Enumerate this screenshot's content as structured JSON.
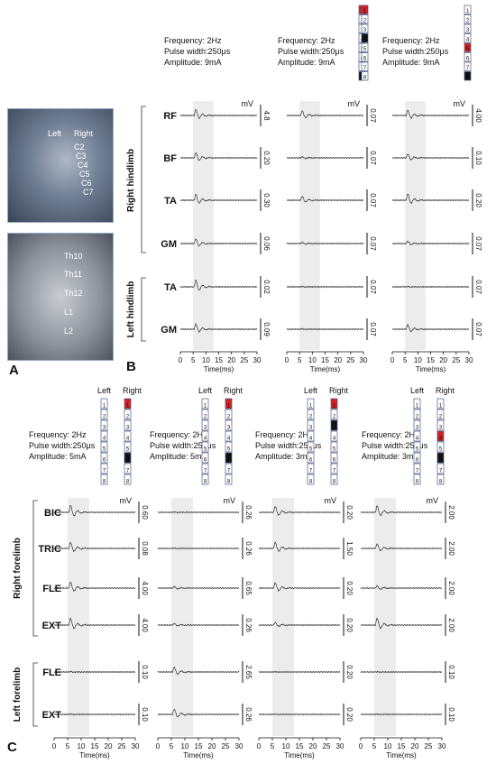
{
  "panels": {
    "a": "A",
    "b": "B",
    "c": "C"
  },
  "xray": {
    "left": "Left",
    "right": "Right",
    "cervical": [
      "C2",
      "C3",
      "C4",
      "C5",
      "C6",
      "C7"
    ],
    "thoracolumbar": [
      "Th10",
      "Th11",
      "Th12",
      "L1",
      "L2"
    ]
  },
  "electrode": {
    "labels": [
      "1",
      "2",
      "3",
      "4",
      "5",
      "6",
      "7",
      "8"
    ],
    "left": "Left",
    "right": "Right",
    "active_color": "#d42020"
  },
  "units": {
    "mv": "mV",
    "time_axis": "Time(ms)",
    "ticks": [
      "0",
      "5",
      "10",
      "15",
      "20",
      "25",
      "30"
    ]
  },
  "stim_b": [
    {
      "frequency": "Frequency: 2Hz",
      "pulse": "Pulse width:250μs",
      "amplitude": "Amplitude: 9mA"
    },
    {
      "frequency": "Frequency: 2Hz",
      "pulse": "Pulse width:250μs",
      "amplitude": "Amplitude: 9mA"
    },
    {
      "frequency": "Frequency: 2Hz",
      "pulse": "Pulse width:250μs",
      "amplitude": "Amplitude: 9mA"
    }
  ],
  "stim_c": [
    {
      "frequency": "Frequency: 2Hz",
      "pulse": "Pulse width:250μs",
      "amplitude": "Amplitude: 5mA"
    },
    {
      "frequency": "Frequency: 2Hz",
      "pulse": "Pulse width:250μs",
      "amplitude": "Amplitude: 5mA"
    },
    {
      "frequency": "Frequency: 2Hz",
      "pulse": "Pulse width:250μs",
      "amplitude": "Amplitude: 3mA"
    },
    {
      "frequency": "Frequency: 2Hz",
      "pulse": "Pulse width:250μs",
      "amplitude": "Amplitude: 3mA"
    }
  ],
  "electrodes_b": [
    {
      "red": [
        1
      ],
      "black": [
        8
      ]
    },
    {
      "red": [
        1
      ],
      "black": [
        4
      ]
    },
    {
      "red": [
        5
      ],
      "black": [
        8
      ]
    }
  ],
  "electrodes_c": [
    {
      "red": [
        1
      ],
      "black": [
        6
      ]
    },
    {
      "red": [
        1
      ],
      "black": [
        6
      ]
    },
    {
      "red": [
        1
      ],
      "black": [
        3
      ]
    },
    {
      "red": [
        4
      ],
      "black": [
        6
      ]
    }
  ],
  "groups_b": {
    "right": "Right hindlimb",
    "left": "Left hindlimb"
  },
  "groups_c": {
    "right": "Right forelimb",
    "left": "Left forelimb"
  },
  "muscles_b": [
    "RF",
    "BF",
    "TA",
    "GM",
    "TA",
    "GM"
  ],
  "muscles_c": [
    "BIC",
    "TRIC",
    "FLE",
    "EXT",
    "FLE",
    "EXT"
  ],
  "scales_b": [
    [
      "4.8",
      "0.20",
      "0.30",
      "0.06",
      "0.02",
      "0.09"
    ],
    [
      "0.07",
      "0.07",
      "0.07",
      "0.07",
      "0.07",
      "0.07"
    ],
    [
      "4.00",
      "0.10",
      "0.20",
      "0.07",
      "0.07",
      "0.07"
    ]
  ],
  "scales_c": [
    [
      "0.60",
      "0.08",
      "4.00",
      "4.00",
      "0.10",
      "0.10"
    ],
    [
      "0.26",
      "0.26",
      "0.65",
      "0.26",
      "2.65",
      "0.26"
    ],
    [
      "0.20",
      "1.50",
      "0.20",
      "0.20",
      "0.20",
      "0.20"
    ],
    [
      "2.00",
      "2.00",
      "2.00",
      "2.00",
      "0.10",
      "0.10"
    ]
  ],
  "responses_b": [
    [
      0.8,
      0.7,
      0.8,
      0.6,
      0.9,
      0.7
    ],
    [
      0.6,
      0.15,
      0.5,
      0.15,
      0.05,
      0.05
    ],
    [
      0.7,
      0.5,
      0.85,
      0.3,
      0.05,
      0.6
    ]
  ],
  "responses_c": [
    [
      0.95,
      0.8,
      0.8,
      0.9,
      0.05,
      0.05
    ],
    [
      0.05,
      0.05,
      0.2,
      0.2,
      0.6,
      0.7
    ],
    [
      0.8,
      0.8,
      0.7,
      0.35,
      0.02,
      0.02
    ],
    [
      0.85,
      0.6,
      0.3,
      0.9,
      0.02,
      0.02
    ]
  ]
}
